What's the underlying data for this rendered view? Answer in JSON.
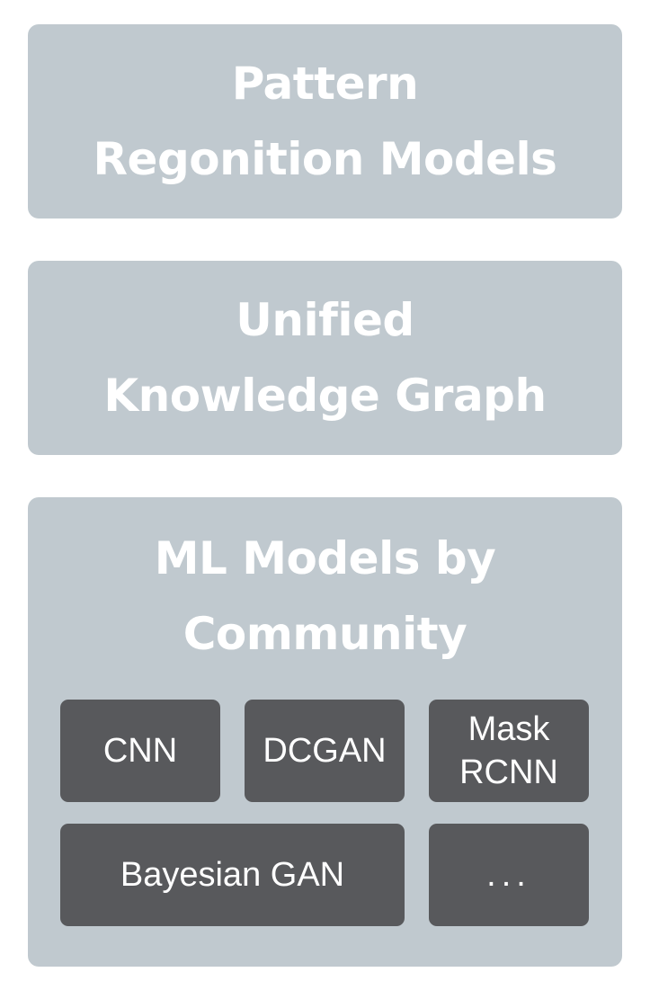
{
  "layers": {
    "top": {
      "title_line1": "Pattern",
      "title_line2": "Regonition Models"
    },
    "middle": {
      "title_line1": "Unified",
      "title_line2": "Knowledge Graph"
    },
    "bottom": {
      "title_line1": "ML Models by",
      "title_line2": "Community",
      "models": {
        "cnn": "CNN",
        "dcgan": "DCGAN",
        "mask_rcnn": "Mask\nRCNN",
        "bayesian_gan": "Bayesian GAN",
        "more": "..."
      }
    }
  },
  "colors": {
    "layer_fill": "#c0c9cf",
    "chip_fill": "#58595c",
    "text": "#ffffff"
  }
}
